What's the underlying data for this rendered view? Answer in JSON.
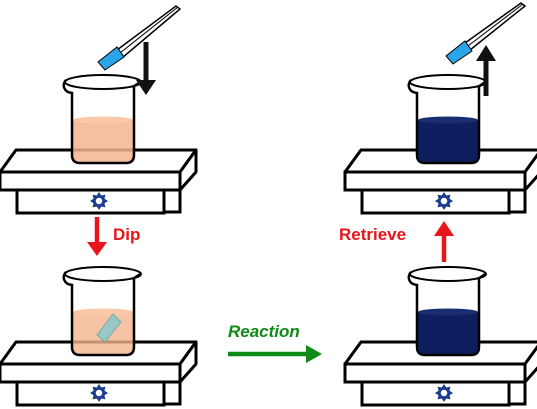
{
  "labels": {
    "dip": "Dip",
    "retrieve": "Retrieve",
    "reaction": "Reaction"
  },
  "colors": {
    "dip_arrow": "#e8151b",
    "retrieve_arrow": "#e8151b",
    "reaction_arrow": "#0f8a16",
    "motion_arrow": "#111111",
    "initial_solution": "#f4b58f",
    "reacted_solution": "#0d1f5e",
    "tweezers_tip": "#2aa6e8",
    "hotplate_knob": "#1b3d8f"
  },
  "panels": [
    {
      "id": "step-1",
      "solution": "initial",
      "strip": "held-above",
      "motion": "down"
    },
    {
      "id": "step-2",
      "solution": "initial",
      "strip": "immersed"
    },
    {
      "id": "step-3",
      "solution": "reacted",
      "strip": "immersed"
    },
    {
      "id": "step-4",
      "solution": "reacted",
      "strip": "held-above",
      "motion": "up"
    }
  ]
}
